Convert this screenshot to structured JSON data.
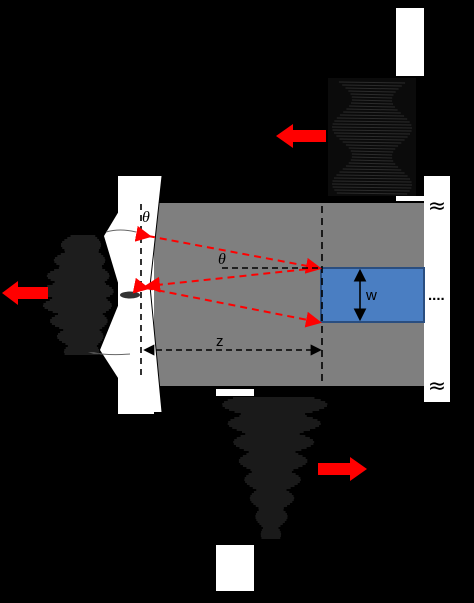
{
  "labels": {
    "theta_top": "θ",
    "theta_mid": "θ",
    "w": "w",
    "z": "z",
    "dots": "....",
    "wave_top": "≈",
    "wave_bottom": "≈"
  },
  "colors": {
    "background": "#000000",
    "slab": "#7f7f7f",
    "block": "#4a7ec2",
    "block_edge": "#2a4e80",
    "arrow": "#ff0000",
    "dashed_red": "#ff0000",
    "white": "#ffffff"
  }
}
